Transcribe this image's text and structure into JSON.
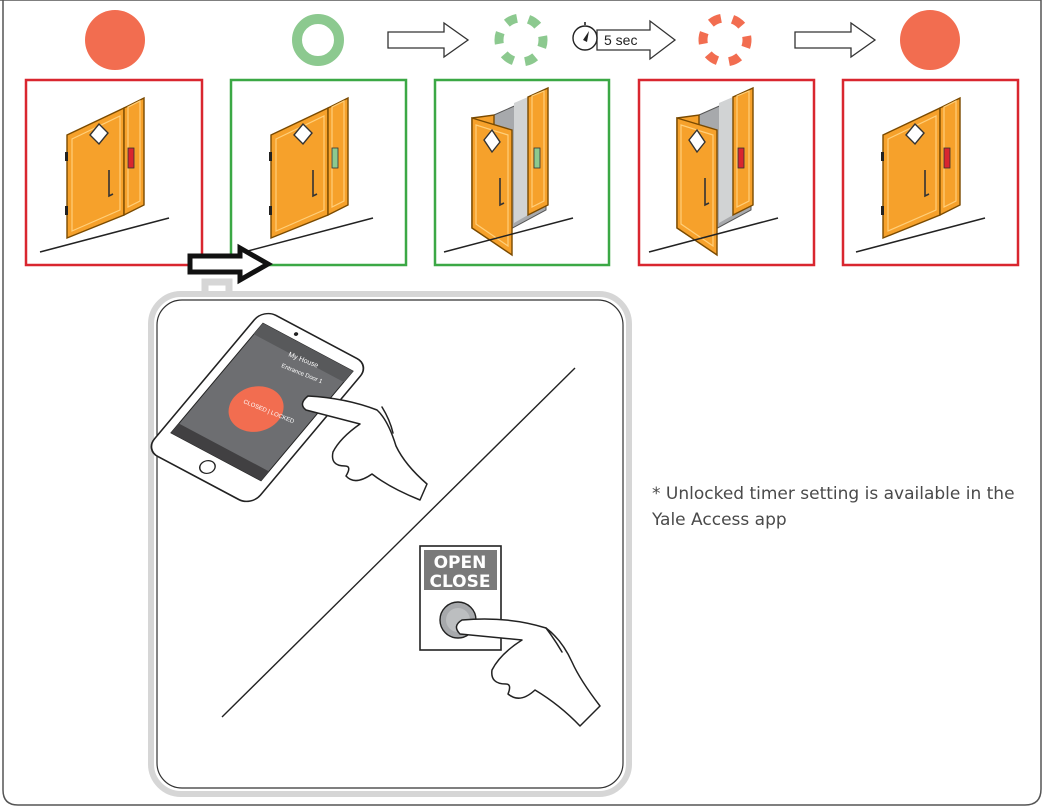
{
  "colors": {
    "locked": "#f26d50",
    "unlocked": "#8cc98f",
    "frame_locked": "#d9262f",
    "frame_unlocked": "#3ba845",
    "door": "#f6a12b",
    "panel_border": "#d6d6d6"
  },
  "states": [
    {
      "indicator": "locked-solid",
      "frame": "locked",
      "door": "closed",
      "handle": "red"
    },
    {
      "indicator": "unlocked-ring",
      "frame": "unlocked",
      "door": "closed",
      "handle": "green"
    },
    {
      "indicator": "unlocked-dashed",
      "frame": "unlocked",
      "door": "open",
      "handle": "green"
    },
    {
      "indicator": "locked-dashed",
      "frame": "locked",
      "door": "open",
      "handle": "red"
    },
    {
      "indicator": "locked-solid",
      "frame": "locked",
      "door": "closed",
      "handle": "red"
    }
  ],
  "timer": {
    "label": "5 sec",
    "icon": "stopwatch-icon"
  },
  "phone": {
    "title": "My House",
    "subtitle": "Entrance Door 1",
    "status": "CLOSED | LOCKED",
    "icon": "smartphone-icon"
  },
  "button": {
    "line1": "OPEN",
    "line2": "CLOSE",
    "icon": "push-button-icon"
  },
  "note": "* Unlocked timer setting is available in the Yale Access app"
}
